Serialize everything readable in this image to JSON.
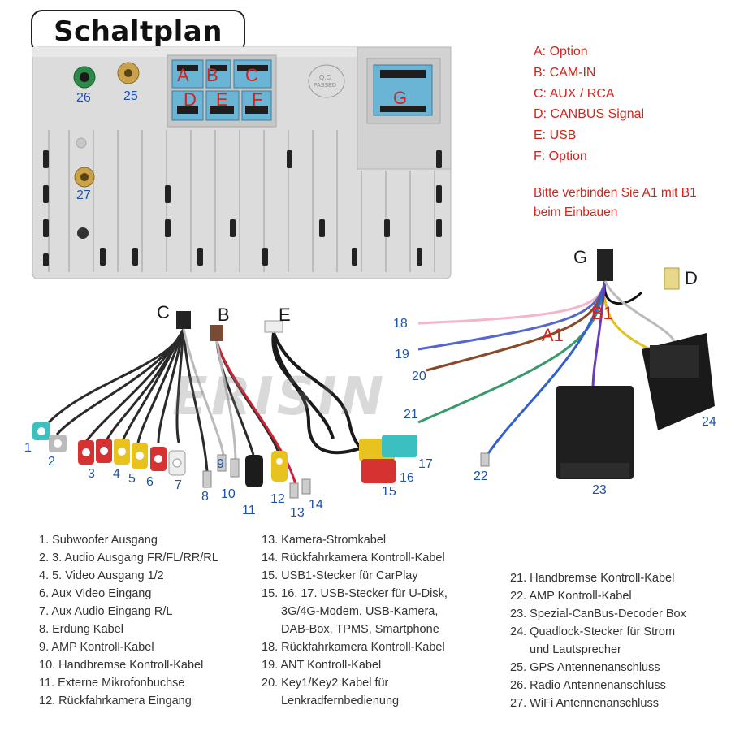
{
  "title": "Schaltplan",
  "unit_labels": {
    "A": "A",
    "B": "B",
    "C": "C",
    "D": "D",
    "E": "E",
    "F": "F",
    "G": "G",
    "qc_1": "Q.C",
    "qc_2": "PASSED"
  },
  "port_numbers": {
    "p26": "26",
    "p25": "25",
    "p27": "27"
  },
  "legend": [
    "A: Option",
    "B: CAM-IN",
    "C: AUX / RCA",
    "D: CANBUS Signal",
    "E: USB",
    "F: Option"
  ],
  "note": [
    "Bitte verbinden Sie A1 mit B1",
    "beim Einbauen"
  ],
  "cable_letters": {
    "C": "C",
    "B": "B",
    "E": "E",
    "G": "G",
    "D": "D",
    "A1": "A1",
    "B1": "B1"
  },
  "cable_numbers": [
    "1",
    "2",
    "3",
    "4",
    "5",
    "6",
    "7",
    "8",
    "9",
    "10",
    "11",
    "12",
    "13",
    "14",
    "15",
    "16",
    "17",
    "18",
    "19",
    "20",
    "21",
    "22",
    "23",
    "24"
  ],
  "watermark": "ERISIN",
  "list_col1": [
    "1. Subwoofer Ausgang",
    "2. 3. Audio Ausgang FR/FL/RR/RL",
    "4. 5. Video Ausgang 1/2",
    "6. Aux Video Eingang",
    "7. Aux Audio Eingang R/L",
    "8. Erdung Kabel",
    "9. AMP Kontroll-Kabel",
    "10. Handbremse Kontroll-Kabel",
    "11. Externe Mikrofonbuchse",
    "12. Rückfahrkamera Eingang"
  ],
  "list_col2": [
    "13. Kamera-Stromkabel",
    "14. Rückfahrkamera Kontroll-Kabel",
    "15. USB1-Stecker für CarPlay",
    "15. 16. 17. USB-Stecker für U-Disk,",
    "3G/4G-Modem, USB-Kamera,",
    "DAB-Box, TPMS, Smartphone",
    "18. Rückfahrkamera Kontroll-Kabel",
    "19. ANT Kontroll-Kabel",
    "20. Key1/Key2 Kabel für",
    "Lenkradfernbedienung"
  ],
  "list_col3": [
    "21. Handbremse Kontroll-Kabel",
    "22. AMP Kontroll-Kabel",
    "23. Spezial-CanBus-Decoder Box",
    "24. Quadlock-Stecker für Strom",
    "und Lautsprecher",
    "25. GPS Antennenanschluss",
    "26. Radio Antennenanschluss",
    "27. WiFi Antennenanschluss"
  ],
  "colors": {
    "accent_red": "#d3231b",
    "number_blue": "#1d53a8",
    "unit_silver": "#dadada"
  }
}
